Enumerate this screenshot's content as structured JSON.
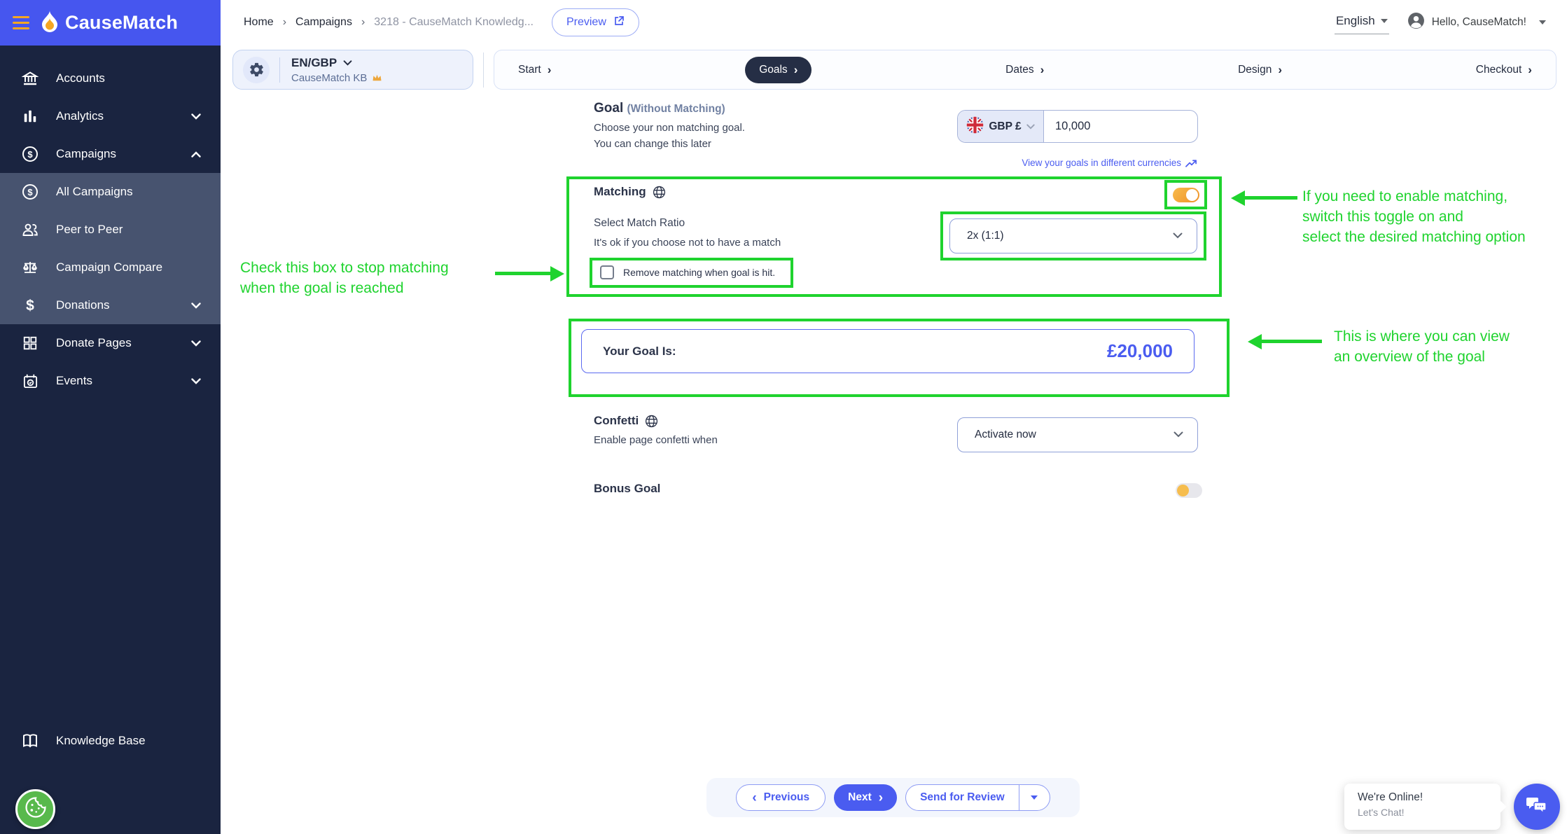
{
  "colors": {
    "accent_blue": "#4a5cf0",
    "header_blue": "#4656ef",
    "sidebar_navy": "#1a2440",
    "sidebar_highlight": "#47536f",
    "annotation_green": "#1fd32e",
    "toggle_orange": "#f0a32f",
    "text_dark": "#2b3349",
    "text_gray": "#8f94a3"
  },
  "sidebar": {
    "logo_text": "CauseMatch",
    "items": [
      {
        "label": "Accounts",
        "icon": "bank-icon"
      },
      {
        "label": "Analytics",
        "icon": "bar-chart-icon",
        "chevron": "down"
      },
      {
        "label": "Campaigns",
        "icon": "dollar-circle-icon",
        "chevron": "up",
        "expanded": true
      },
      {
        "label": "All Campaigns",
        "icon": "dollar-circle-icon",
        "submenu": true
      },
      {
        "label": "Peer to Peer",
        "icon": "people-icon",
        "submenu": true
      },
      {
        "label": "Campaign Compare",
        "icon": "scales-icon",
        "submenu": true
      },
      {
        "label": "Donations",
        "icon": "dollar-icon",
        "chevron": "down",
        "submenu": true
      },
      {
        "label": "Donate Pages",
        "icon": "grid-icon",
        "chevron": "down"
      },
      {
        "label": "Events",
        "icon": "calendar-icon",
        "chevron": "down"
      }
    ],
    "knowledge_base_label": "Knowledge Base"
  },
  "topbar": {
    "breadcrumb": [
      "Home",
      "Campaigns",
      "3218 - CauseMatch Knowledg..."
    ],
    "preview_label": "Preview",
    "language_label": "English",
    "greeting": "Hello, CauseMatch!"
  },
  "campaign_switcher": {
    "locale_label": "EN/GBP",
    "campaign_name": "CauseMatch KB"
  },
  "steps": {
    "labels": [
      "Start",
      "Goals",
      "Dates",
      "Design",
      "Checkout"
    ],
    "active": "Goals",
    "chevron": "›"
  },
  "goal_section": {
    "title": "Goal",
    "title_suffix": "(Without Matching)",
    "description_line1": "Choose your non matching goal.",
    "description_line2": "You can change this later",
    "currency_label": "GBP £",
    "goal_value": "10,000",
    "currencies_link": "View your goals in different currencies"
  },
  "matching_section": {
    "title": "Matching",
    "toggle_on": true,
    "ratio_label": "Select Match Ratio",
    "ratio_hint": "It's ok if you choose not to have a match",
    "ratio_value": "2x (1:1)",
    "checkbox_label": "Remove matching when goal is hit.",
    "checkbox_checked": false
  },
  "goal_overview": {
    "label": "Your Goal Is:",
    "amount": "£20,000"
  },
  "confetti_section": {
    "title": "Confetti",
    "description": "Enable page confetti when",
    "dropdown_value": "Activate now"
  },
  "bonus_goal": {
    "title": "Bonus Goal",
    "toggle_on": false
  },
  "annotations": {
    "checkbox_note_line1": "Check this box to stop matching",
    "checkbox_note_line2": "when the goal is reached",
    "toggle_note_line1": "If you need to enable matching,",
    "toggle_note_line2": "switch this toggle on and",
    "toggle_note_line3": "select the desired matching option",
    "overview_note_line1": "This is where you can view",
    "overview_note_line2": "an overview of the goal"
  },
  "footer_nav": {
    "previous_label": "Previous",
    "next_label": "Next",
    "send_review_label": "Send for Review"
  },
  "chat": {
    "status": "We're Online!",
    "cta": "Let's Chat!"
  }
}
